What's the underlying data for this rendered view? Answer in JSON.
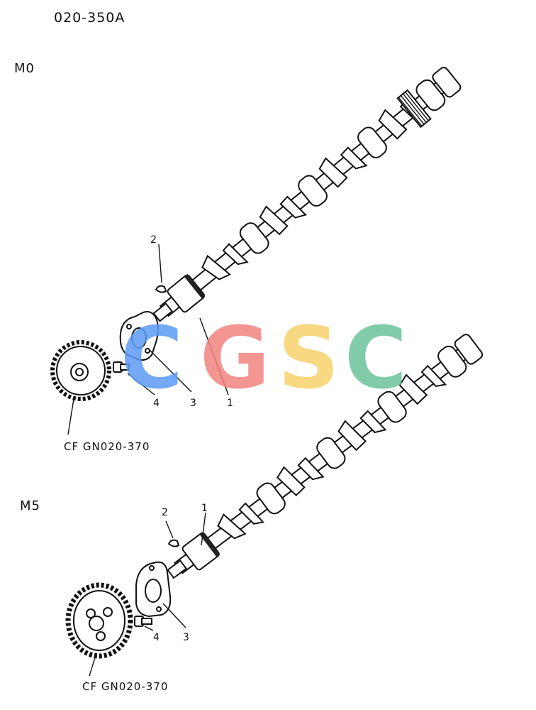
{
  "document": {
    "code": "020-350A"
  },
  "sections": [
    {
      "label": "M0",
      "callouts": [
        "1",
        "2",
        "3",
        "4"
      ],
      "reference": "CF GN020-370"
    },
    {
      "label": "M5",
      "callouts": [
        "1",
        "2",
        "3",
        "4"
      ],
      "reference": "CF GN020-370"
    }
  ],
  "watermark": {
    "letters": [
      "C",
      "G",
      "S",
      "C"
    ],
    "colors": [
      "#5b9bf5",
      "#f2837e",
      "#f7d26a",
      "#6cc29a"
    ]
  }
}
